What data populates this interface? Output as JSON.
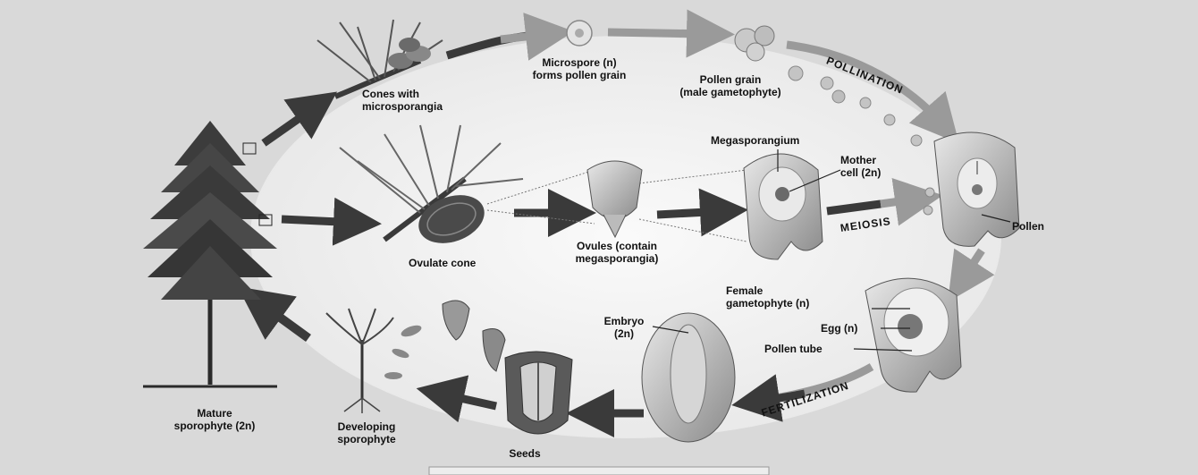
{
  "labels": {
    "cones_with_microsporangia": [
      "Cones with",
      "microsporangia"
    ],
    "microspore": [
      "Microspore (n)",
      "forms pollen grain"
    ],
    "pollen_grain": [
      "Pollen grain",
      "(male gametophyte)"
    ],
    "megasporangium": "Megasporangium",
    "mother_cell": [
      "Mother",
      "cell (2n)"
    ],
    "pollen": "Pollen",
    "ovulate_cone": "Ovulate cone",
    "ovules": [
      "Ovules (contain",
      "megasporangia)"
    ],
    "female_gametophyte": [
      "Female",
      "gametophyte (n)"
    ],
    "egg": "Egg (n)",
    "pollen_tube": "Pollen tube",
    "embryo": [
      "Embryo",
      "(2n)"
    ],
    "seeds": "Seeds",
    "developing_sporophyte": [
      "Developing",
      "sporophyte"
    ],
    "mature_sporophyte": [
      "Mature",
      "sporophyte (2n)"
    ]
  },
  "processes": {
    "pollination": "POLLINATION",
    "meiosis": "MEIOSIS",
    "fertilization": "FERTILIZATION"
  },
  "colors": {
    "background": "#d9d9d9",
    "oval": "#f2f2f2",
    "arrow_dark": "#3a3a3a",
    "arrow_light": "#9a9a9a"
  }
}
